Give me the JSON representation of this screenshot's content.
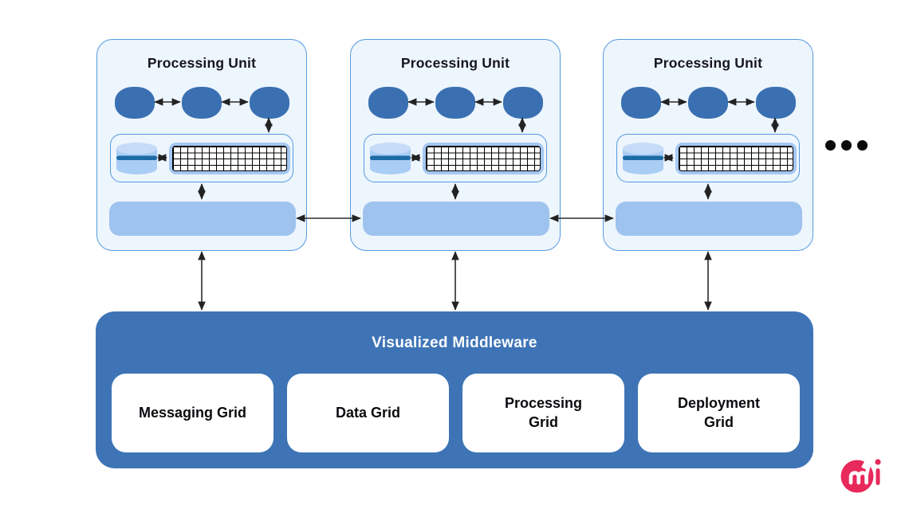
{
  "diagram": {
    "units": [
      {
        "title": "Processing Unit"
      },
      {
        "title": "Processing Unit"
      },
      {
        "title": "Processing Unit"
      }
    ],
    "middleware": {
      "title": "Visualized Middleware",
      "grids": [
        {
          "label": "Messaging Grid"
        },
        {
          "label": "Data Grid"
        },
        {
          "label": "Processing Grid"
        },
        {
          "label": "Deployment Grid"
        }
      ]
    },
    "icons": {
      "ellipsis": "more-units-ellipsis",
      "logo": "brand-logo",
      "database": "database-cylinder",
      "table": "data-grid-table"
    },
    "colors": {
      "unit_background": "#edf5fd",
      "unit_border": "#559ae0",
      "node_fill": "#3a70b2",
      "component_light_blue": "#a4c8f1",
      "bus_bar": "#9fc3ef",
      "cylinder_stripe": "#1d6ba6",
      "middleware_background": "#3e74b6",
      "middleware_text": "#ffffff",
      "arrow": "#2b2b2b",
      "logo_red": "#e8295b"
    }
  }
}
